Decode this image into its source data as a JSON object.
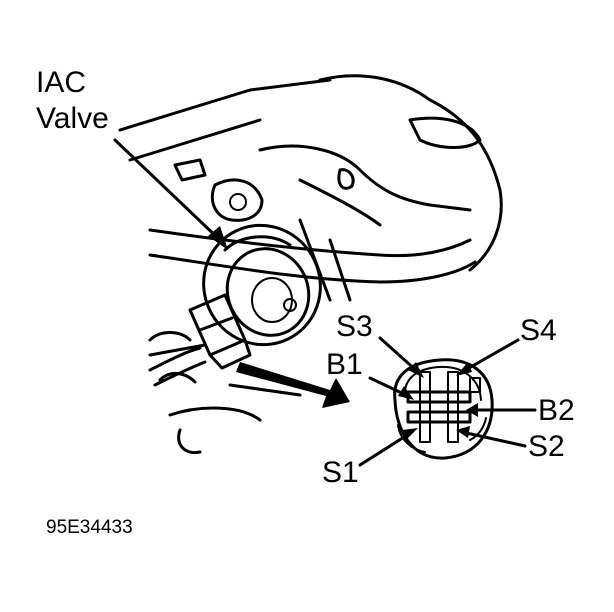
{
  "figure": {
    "labels": {
      "iac_line1": "IAC",
      "iac_line2": "Valve",
      "s3": "S3",
      "s4": "S4",
      "b1": "B1",
      "b2": "B2",
      "s1": "S1",
      "s2": "S2"
    },
    "figure_code": "95E34433"
  }
}
